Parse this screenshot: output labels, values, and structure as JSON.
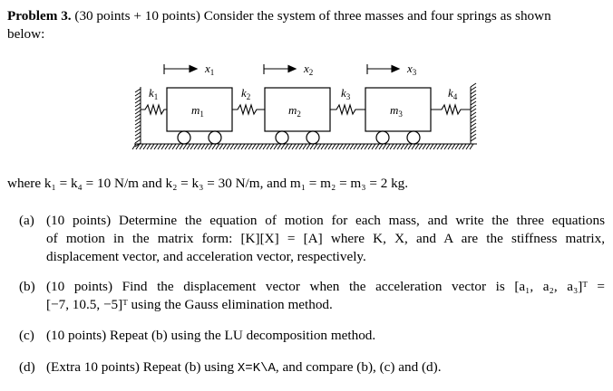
{
  "problem": {
    "heading": "Problem 3.",
    "points": "(30 points + 10 points)",
    "statement_line1": "Consider the system of three masses and four springs as shown",
    "statement_line2": "below:"
  },
  "figure": {
    "displacements": [
      "x",
      "x",
      "x"
    ],
    "displacement_subs": [
      "1",
      "2",
      "3"
    ],
    "springs": [
      "k",
      "k",
      "k",
      "k"
    ],
    "spring_subs": [
      "1",
      "2",
      "3",
      "4"
    ],
    "masses": [
      "m",
      "m",
      "m"
    ],
    "mass_subs": [
      "1",
      "2",
      "3"
    ]
  },
  "given": "where k₁ = k₄ = 10 N/m and k₂ = k₃ = 30 N/m, and m₁ = m₂ = m₃ = 2 kg.",
  "parts": [
    {
      "label": "(a)",
      "lines": [
        "(10 points) Determine the equation of motion for each mass, and write the three equations",
        "of motion in the matrix form: [K][X] = [A] where K, X, and A are the stiffness matrix,",
        "displacement vector, and acceleration vector, respectively."
      ]
    },
    {
      "label": "(b)",
      "lines": [
        "(10 points) Find the displacement vector when the acceleration vector is [a₁, a₂, a₃]ᵀ =",
        "[−7, 10.5, −5]ᵀ using the Gauss elimination method."
      ]
    },
    {
      "label": "(c)",
      "lines": [
        "(10 points) Repeat (b) using the LU decomposition method."
      ]
    },
    {
      "label": "(d)",
      "lines_pre": "(Extra 10 points) Repeat (b) using ",
      "code": "X=K\\A",
      "lines_post": ", and compare (b), (c) and (d)."
    }
  ]
}
